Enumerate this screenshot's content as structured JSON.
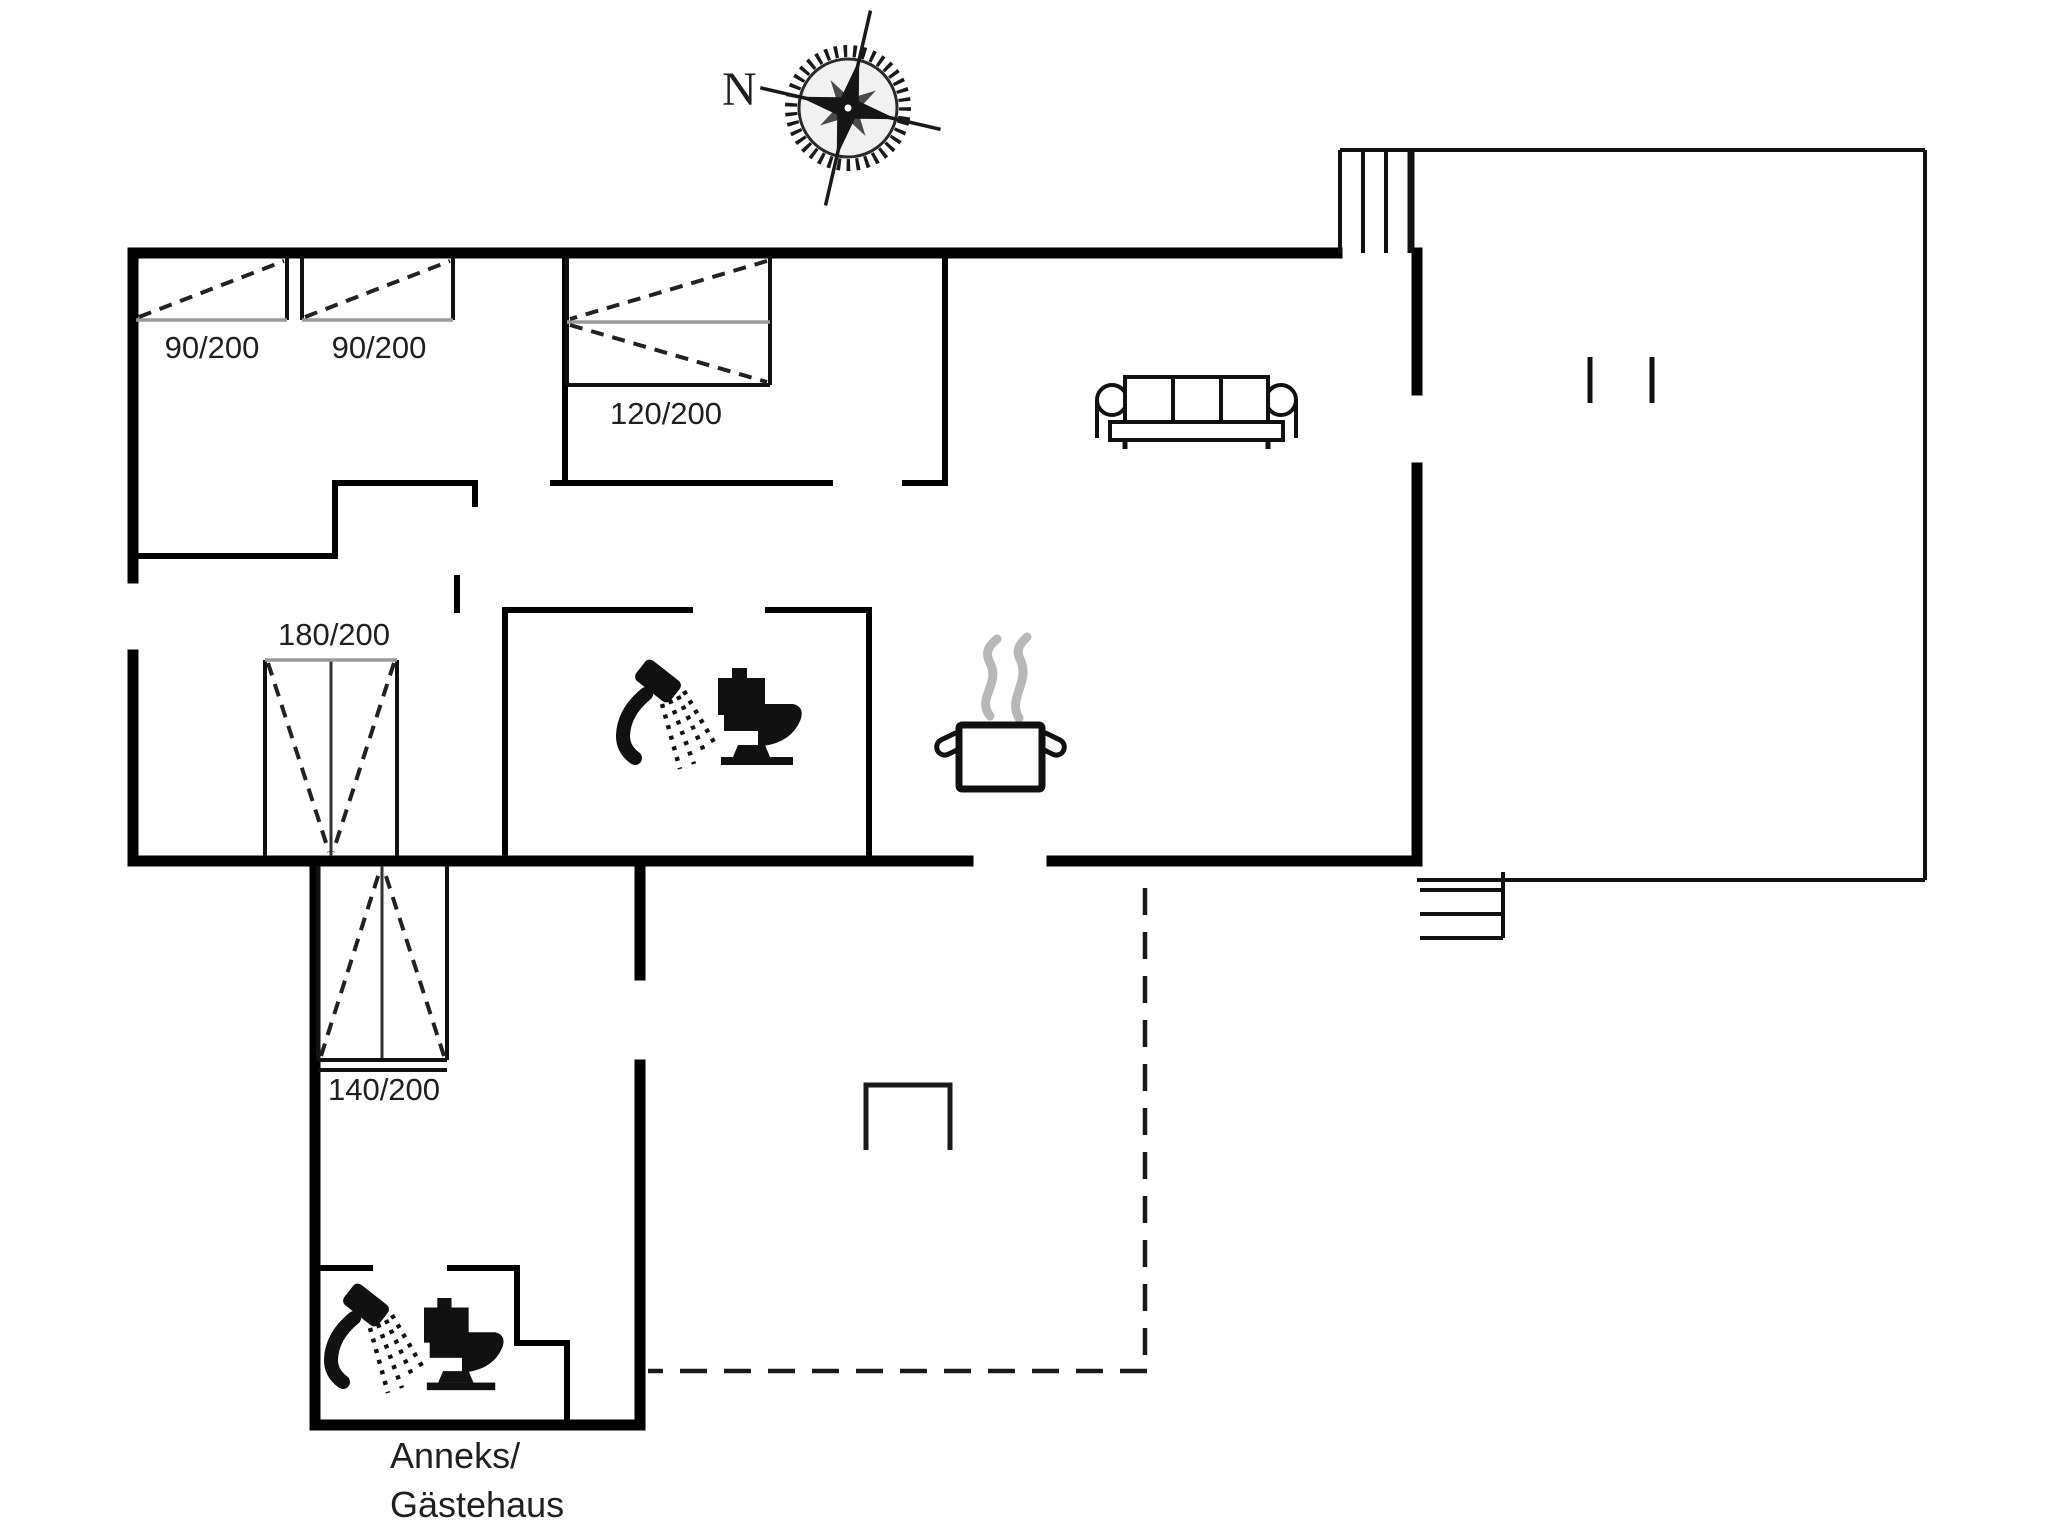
{
  "floorplan": {
    "compass": {
      "north_label": "N"
    },
    "beds": [
      {
        "name": "single-bed-left",
        "dimensions": "90/200"
      },
      {
        "name": "single-bed-middle",
        "dimensions": "90/200"
      },
      {
        "name": "double-bed-top",
        "dimensions": "120/200"
      },
      {
        "name": "double-bed-west",
        "dimensions": "180/200"
      },
      {
        "name": "double-bed-annex",
        "dimensions": "140/200"
      }
    ],
    "annex_label": {
      "line1": "Anneks/",
      "line2": "Gästehaus"
    },
    "icons": [
      {
        "name": "compass-rose-icon"
      },
      {
        "name": "sofa-icon"
      },
      {
        "name": "shower-icon"
      },
      {
        "name": "toilet-icon"
      },
      {
        "name": "cooking-pot-icon"
      },
      {
        "name": "stairs-icon"
      },
      {
        "name": "terrace-dashed-outline"
      }
    ],
    "colors": {
      "wall": "#000000",
      "thin_line": "#1a1a1a",
      "muted_line": "#9a9a9a",
      "steam": "#b8b8b8",
      "background": "#ffffff",
      "text": "#1f1f1f"
    }
  }
}
